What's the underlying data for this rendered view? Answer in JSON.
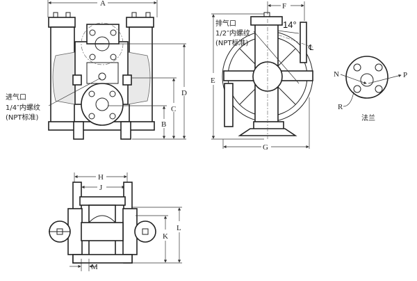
{
  "front_view": {
    "dim_A": "A",
    "dim_B": "B",
    "dim_C": "C",
    "dim_D": "D",
    "inlet_label": [
      "进气口",
      "1/4″内螺纹",
      "(NPT标准)"
    ]
  },
  "side_view": {
    "dim_E": "E",
    "dim_F": "F",
    "dim_G": "G",
    "exhaust_label": [
      "排气口",
      "1/2″内螺纹",
      "(NPT标准)"
    ],
    "angle": "14°",
    "centerline": "℄"
  },
  "flange_view": {
    "label_N": "N",
    "label_P": "P",
    "label_R": "R",
    "title": "法兰"
  },
  "bottom_view": {
    "dim_H": "H",
    "dim_J": "J",
    "dim_K": "K",
    "dim_L": "L",
    "dim_M": "M"
  }
}
